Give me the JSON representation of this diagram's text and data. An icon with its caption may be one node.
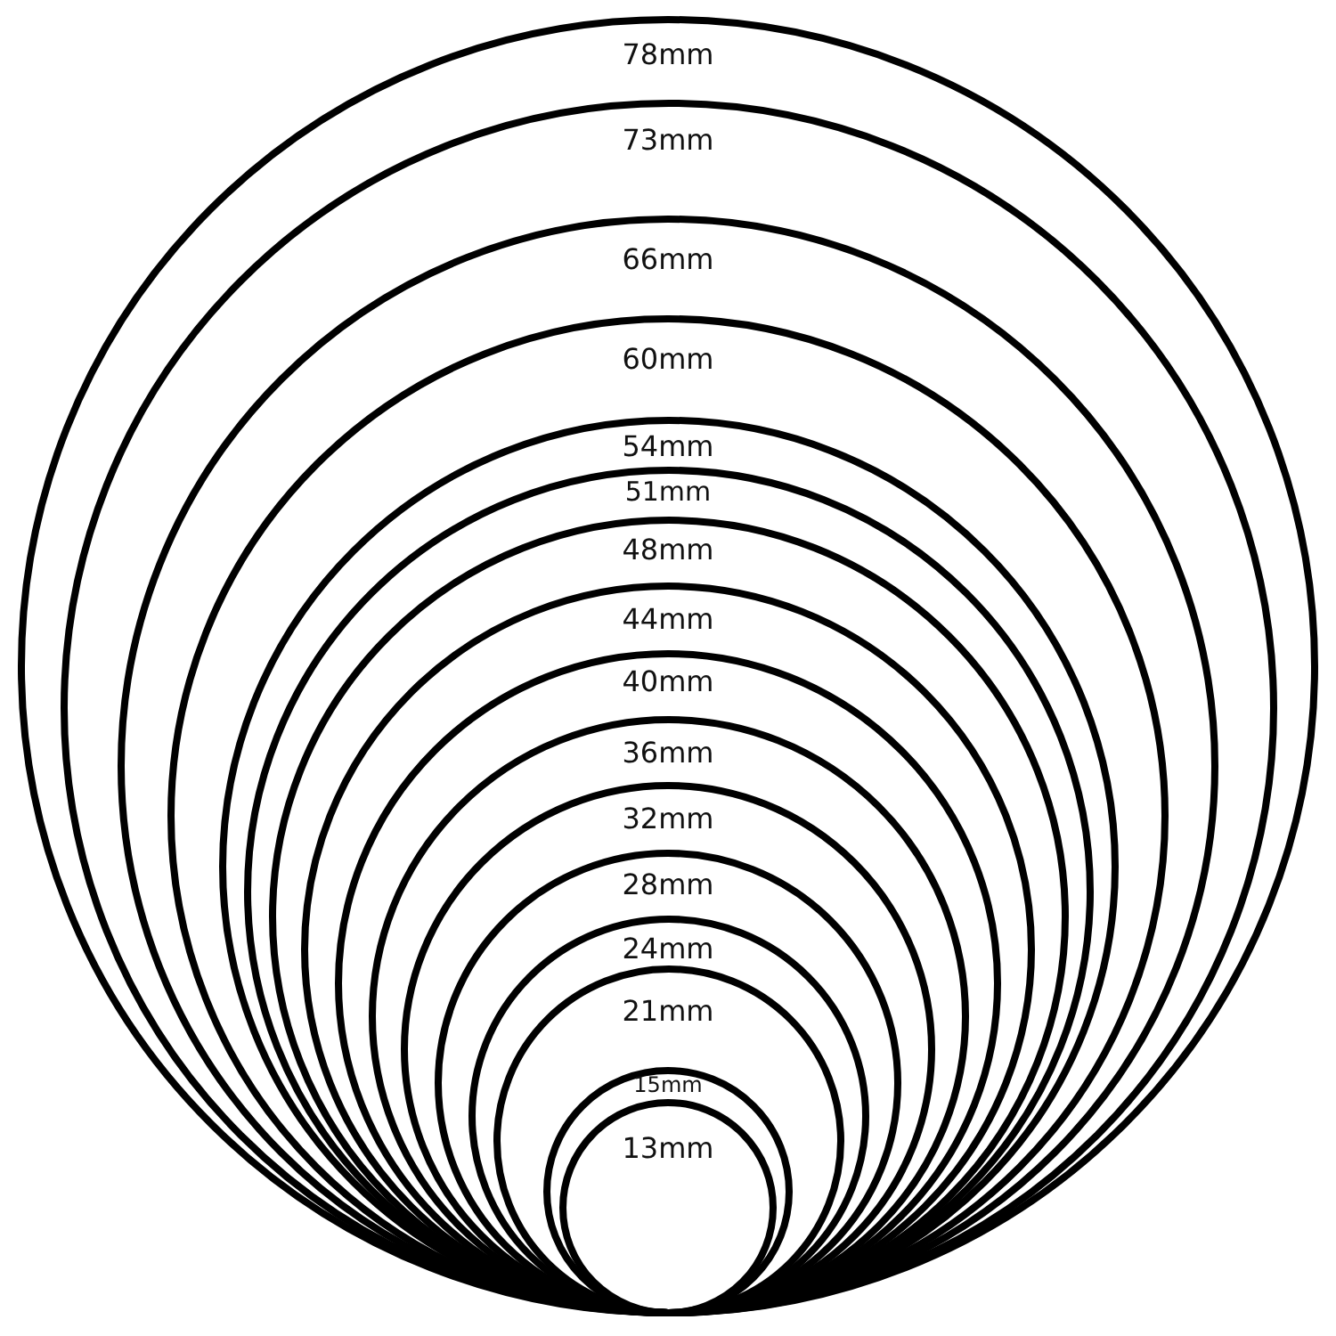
{
  "diagram": {
    "nodes": [
      {
        "text": [
          "78mm"
        ]
      },
      {
        "text": [
          "73mm"
        ],
        "in": 0
      },
      {
        "text": [
          "66mm"
        ],
        "in": 1
      },
      {
        "text": [
          "60mm"
        ],
        "in": 2
      },
      {
        "text": [
          "54mm"
        ],
        "in": 3
      },
      {
        "text": [
          "51mm"
        ],
        "in": 4
      },
      {
        "text": [
          "48mm"
        ],
        "in": 5
      },
      {
        "text": [
          "44mm"
        ],
        "in": 6
      },
      {
        "text": [
          "40mm"
        ],
        "in": 7
      },
      {
        "text": [
          "36mm"
        ],
        "in": 8
      },
      {
        "text": [
          "32mm"
        ],
        "in": 9
      },
      {
        "text": [
          "28mm"
        ],
        "in": 10
      },
      {
        "text": [
          "24mm"
        ],
        "in": 11
      },
      {
        "text": [
          "21mm"
        ],
        "in": 12
      },
      {
        "text": [
          "15mm"
        ],
        "in": 13
      },
      {
        "text": [
          "13mm"
        ],
        "in": 14
      }
    ]
  }
}
